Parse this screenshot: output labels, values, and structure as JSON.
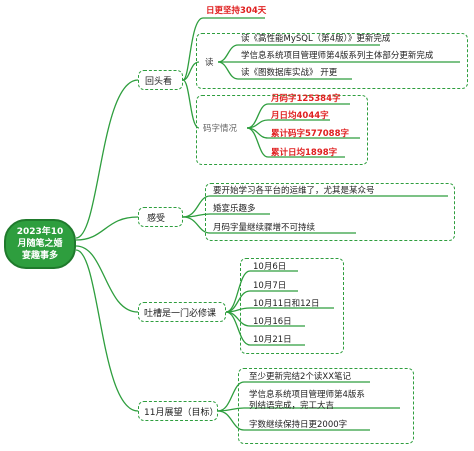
{
  "root": {
    "title_line1": "2023年10",
    "title_line2": "月随笔之婚",
    "title_line3": "宴趣事多"
  },
  "branch1": {
    "title": "回头看",
    "top_leaf": "日更坚持304天",
    "read": {
      "label": "读",
      "items": [
        "读《高性能MySQL（第4版）》更新完成",
        "学信息系统项目管理师第4版系列主体部分更新完成",
        "读《图数据库实战》 开更"
      ]
    },
    "stats": {
      "label": "码字情况",
      "items": [
        "月码字125384字",
        "月日均4044字",
        "累计码字577088字",
        "累计日均1898字"
      ]
    }
  },
  "branch2": {
    "title": "感受",
    "items": [
      "要开始学习各平台的运维了，尤其是某众号",
      "婚宴乐趣多",
      "月码字量继续骤增不可持续"
    ]
  },
  "branch3": {
    "title": "吐槽是一门必修课",
    "items": [
      "10月6日",
      "10月7日",
      "10月11日和12日",
      "10月16日",
      "10月21日"
    ]
  },
  "branch4": {
    "title": "11月展望（目标）",
    "items": [
      "至少更新完结2个读XX笔记",
      "学信息系统项目管理师第4版系",
      "列结语完成，完工大吉",
      "字数继续保持日更2000字"
    ]
  }
}
